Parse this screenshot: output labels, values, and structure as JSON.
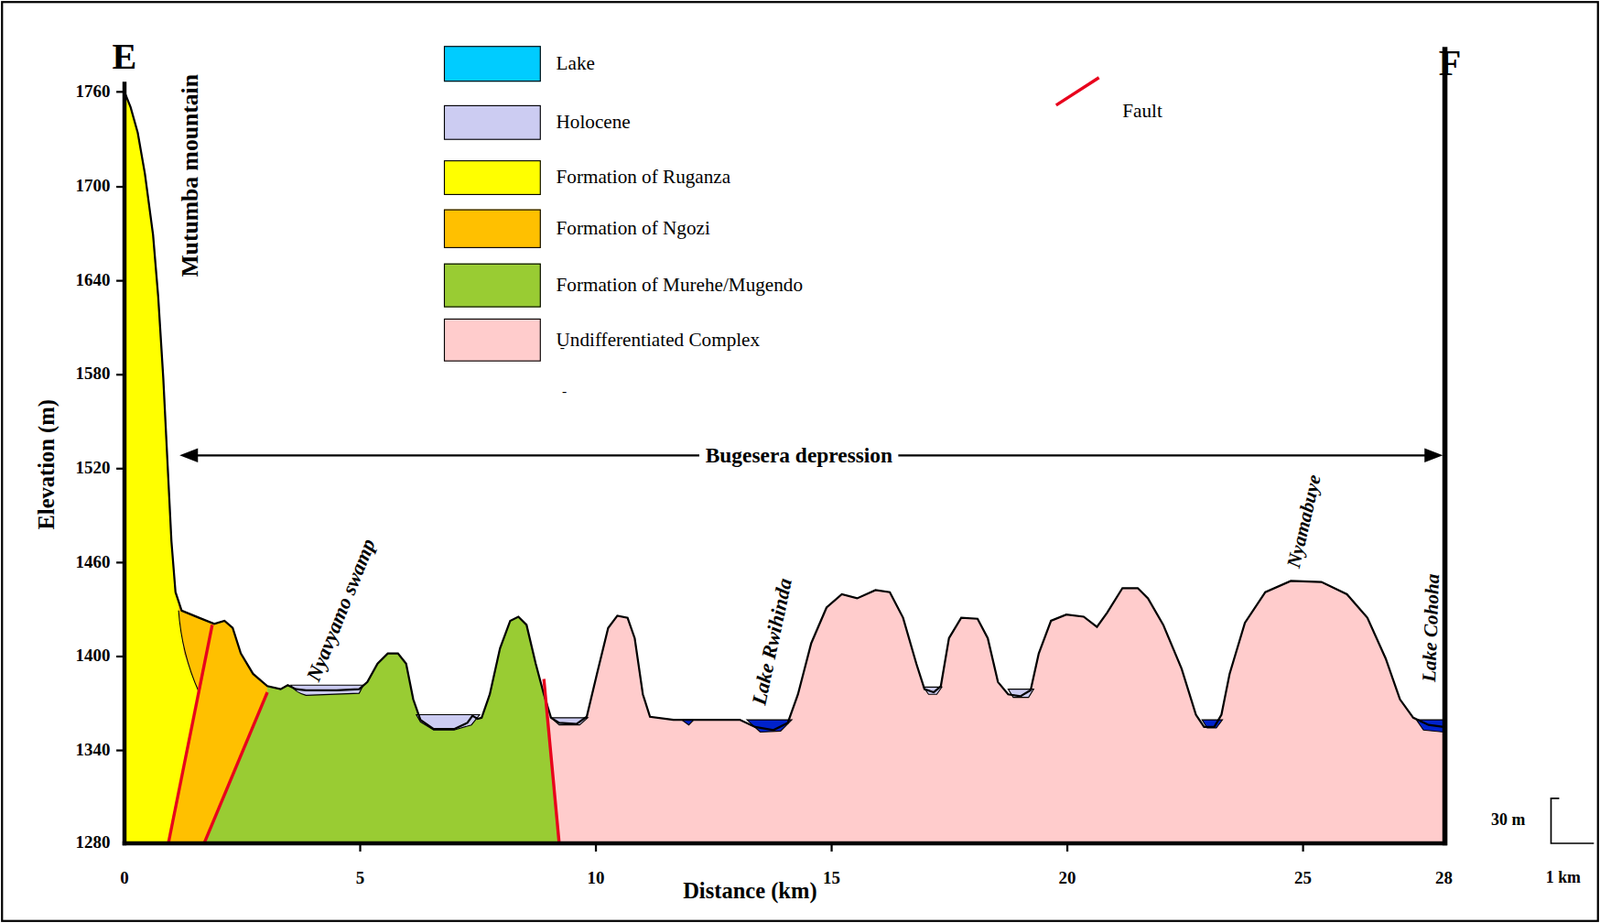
{
  "diagram": {
    "labels": [
      "E",
      "F",
      "Mutumba mountain",
      "Bugesera depression",
      "Nyavyamo swamp",
      "Lake Rwihinda",
      "Nyamabuye",
      "Lake Cohoha",
      "Elevation (m)",
      "1760",
      "1700",
      "1640",
      "1580",
      "1520",
      "1460",
      "1400",
      "1340",
      "1280",
      "Distance (km)",
      "0",
      "5",
      "10",
      "15",
      "20",
      "25",
      "28",
      "30 m",
      "1 km",
      "-",
      "-"
    ],
    "legend": [
      {
        "text": "Lake",
        "color": "#00ccff"
      },
      {
        "text": "Holocene",
        "color": "#ccccf2"
      },
      {
        "text": "Formation of Ruganza",
        "color": "#ffff00"
      },
      {
        "text": "Formation of Ngozi",
        "color": "#ffc000"
      },
      {
        "text": "Formation of Murehe/Mugendo",
        "color": "#99cc33"
      },
      {
        "text": "Undifferentiated Complex",
        "color": "#ffcccc"
      },
      {
        "text": "Fault"
      }
    ]
  }
}
